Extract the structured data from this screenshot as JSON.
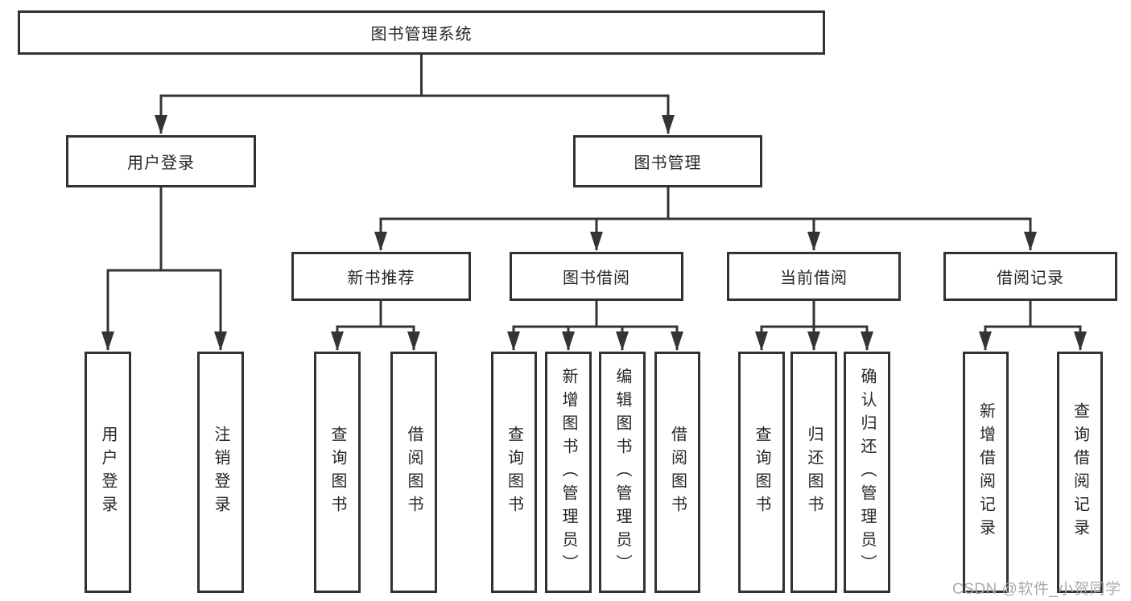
{
  "diagram": {
    "type": "hierarchy",
    "root": {
      "label": "图书管理系统",
      "children": [
        {
          "label": "用户登录",
          "children": [
            {
              "label": "用户登录"
            },
            {
              "label": "注销登录"
            }
          ]
        },
        {
          "label": "图书管理",
          "children": [
            {
              "label": "新书推荐",
              "children": [
                {
                  "label": "查询图书"
                },
                {
                  "label": "借阅图书"
                }
              ]
            },
            {
              "label": "图书借阅",
              "children": [
                {
                  "label": "查询图书"
                },
                {
                  "label": "新增图书（管理员）"
                },
                {
                  "label": "编辑图书（管理员）"
                },
                {
                  "label": "借阅图书"
                }
              ]
            },
            {
              "label": "当前借阅",
              "children": [
                {
                  "label": "查询图书"
                },
                {
                  "label": "归还图书"
                },
                {
                  "label": "确认归还（管理员）"
                }
              ]
            },
            {
              "label": "借阅记录",
              "children": [
                {
                  "label": "新增借阅记录"
                },
                {
                  "label": "查询借阅记录"
                }
              ]
            }
          ]
        }
      ]
    }
  },
  "watermark": {
    "text": "CSDN @软件_小贺同学"
  },
  "colors": {
    "line": "#343434",
    "box_border": "#323232",
    "text": "#272727",
    "watermark": "#a6aab1",
    "background": "#ffffff"
  }
}
